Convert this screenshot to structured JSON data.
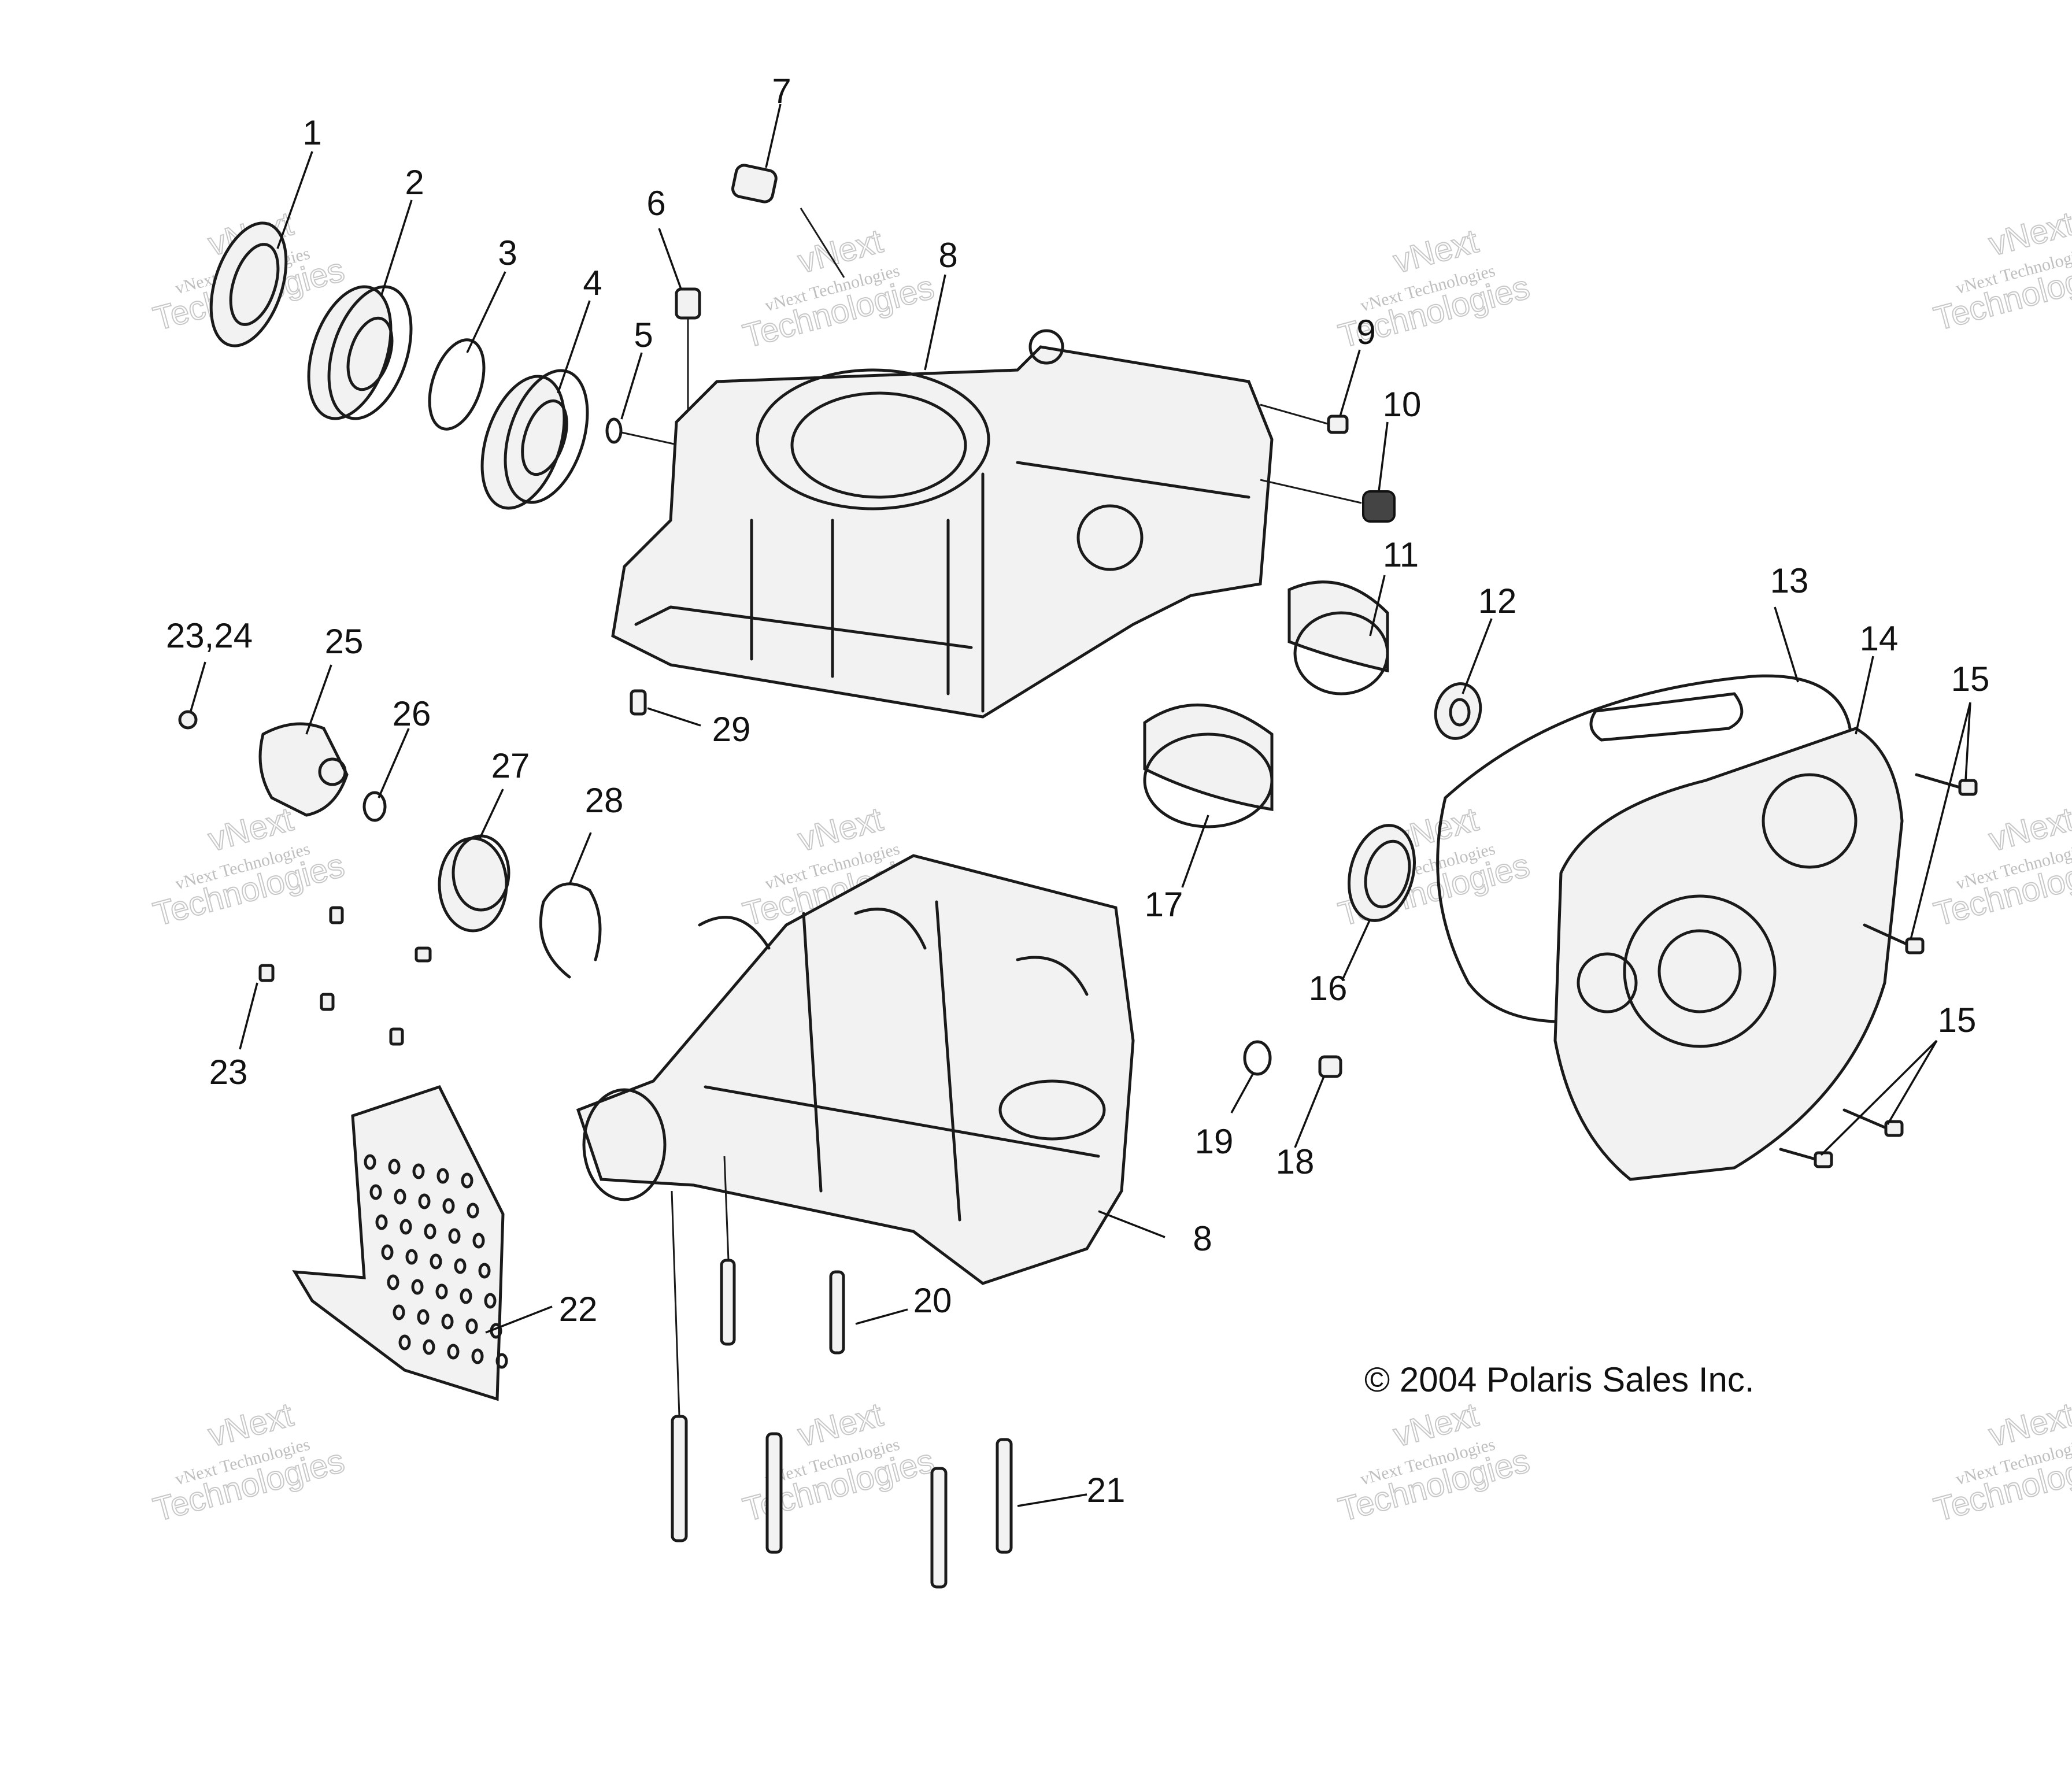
{
  "callouts": [
    "1",
    "2",
    "3",
    "4",
    "5",
    "6",
    "7",
    "8",
    "8",
    "9",
    "10",
    "11",
    "12",
    "13",
    "14",
    "15",
    "15",
    "16",
    "17",
    "18",
    "19",
    "20",
    "21",
    "22",
    "23",
    "23,24",
    "25",
    "26",
    "27",
    "28",
    "29"
  ],
  "watermark": {
    "line1": "vNext",
    "line2": "vNext Technologies",
    "line3": "Technologies"
  },
  "copyright": "© 2004 Polaris Sales Inc."
}
